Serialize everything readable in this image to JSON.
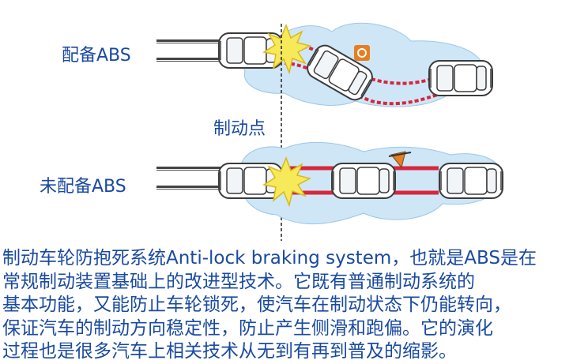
{
  "labels": {
    "with_abs": "配备ABS",
    "without_abs": "未配备ABS",
    "braking_point": "制动点"
  },
  "paragraph_lines": [
    "制动车轮防抱死系统Anti-lock braking system，也就是ABS是在",
    "常规制动装置基础上的改进型技术。它既有普通制动系统的",
    "基本功能，又能防止车轮锁死，使汽车在制动状态下仍能转向，",
    "保证汽车的制动方向稳定性，防止产生侧滑和跑偏。它的演化",
    "过程也是很多汽车上相关技术从无到有再到普及的缩影。"
  ],
  "colors": {
    "text": "#1a4aa0",
    "water": "#cfe6f7",
    "skid": "#d7263d",
    "flash": "#f6e95a"
  }
}
